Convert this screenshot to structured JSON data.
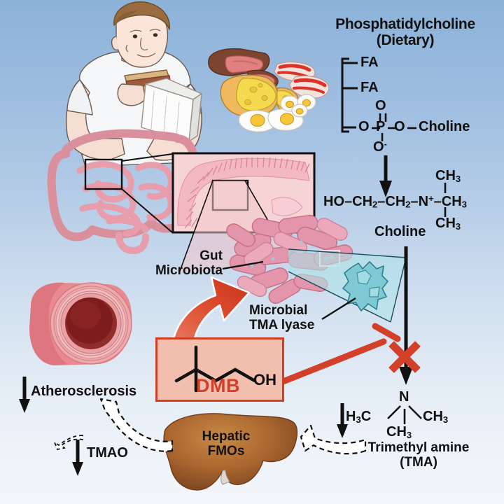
{
  "figure": {
    "domain": "biomedical-pathway-diagram",
    "background_top_color": "#8cb2d8",
    "background_bottom_color": "#f2f6fa",
    "accent_red": "#d3402a",
    "box_fill": "#f2bead"
  },
  "top_title": {
    "line1": "Phosphatidylcholine",
    "line2": "(Dietary)"
  },
  "phosphatidylcholine_structure": {
    "fa1": "FA",
    "fa2": "FA",
    "double_bond_o": "O",
    "o_left": "O",
    "p": "P",
    "o_right": "O",
    "choline": "Choline",
    "o_minus": "O",
    "o_minus_charge": "-"
  },
  "choline_structure": {
    "formula_ho": "HO",
    "ch2_a": "CH",
    "ch2_a_sub": "2",
    "ch2_b": "CH",
    "ch2_b_sub": "2",
    "n": "N",
    "n_charge": "+",
    "ch3_top": "CH",
    "ch3_top_sub": "3",
    "ch3_right": "CH",
    "ch3_right_sub": "3",
    "ch3_bottom": "CH",
    "ch3_bottom_sub": "3",
    "label": "Choline",
    "dash": "–"
  },
  "tma_structure": {
    "n": "N",
    "h3c": "H",
    "h3c_sub": "3",
    "h3c_rest": "C",
    "ch3_right": "CH",
    "ch3_right_sub": "3",
    "ch3_bottom": "CH",
    "ch3_bottom_sub": "3",
    "label_line1": "Trimethyl amine",
    "label_line2": "(TMA)"
  },
  "labels": {
    "gut_microbiota": "Gut\nMicrobiota",
    "gut_microbiota_l1": "Gut",
    "gut_microbiota_l2": "Microbiota",
    "microbial_tma_lyase_l1": "Microbial",
    "microbial_tma_lyase_l2": "TMA lyase",
    "hepatic_fmos_l1": "Hepatic",
    "hepatic_fmos_l2": "FMOs",
    "atherosclerosis": "Atherosclerosis",
    "tmao": "TMAO",
    "dmb": "DMB",
    "dmb_oh": "OH",
    "down_arrow_glyph": "↓"
  },
  "illustrations": {
    "person": "man-eating-sandwich",
    "food": "meat-cheese-bacon-eggs",
    "intestine": "human-intestine-cutaway",
    "gut_wall_inset": "intestinal-villi-cross-section",
    "bacteria": "pink-rod-bacteria-cluster",
    "enzyme": "cyan-enzyme-protein-blob",
    "artery": "artery-cross-section-atherosclerosis",
    "liver": "brown-liver-organ"
  },
  "icons": {
    "red_x": "red-x-inhibition-icon",
    "red_tbar": "red-inhibition-tbar-icon",
    "red_arrow": "red-block-arrow-icon",
    "dashed_arrow": "white-dashed-arrow-icon",
    "black_arrow": "black-down-arrow-icon"
  }
}
